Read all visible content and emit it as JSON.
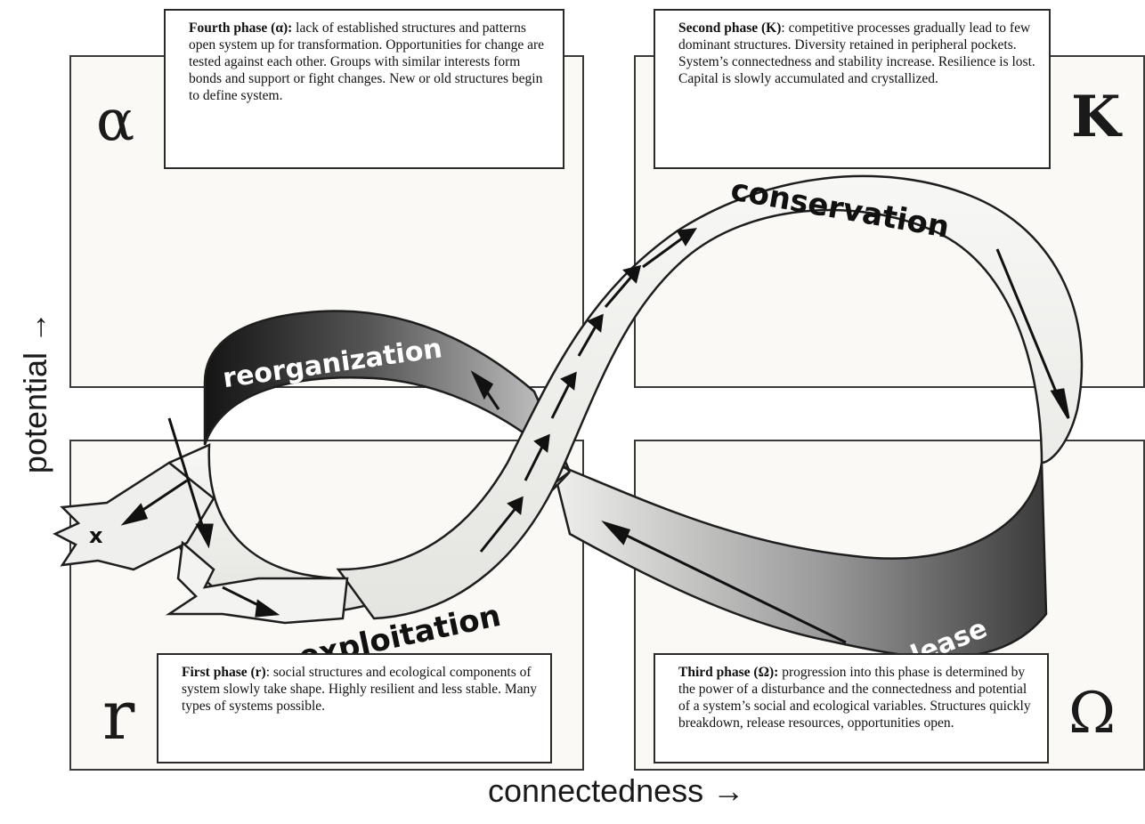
{
  "quadrants": {
    "alpha": {
      "letter": "α",
      "heading": "Fourth phase (α):",
      "text": " lack of established structures and patterns open system up for transformation. Opportunities for change are tested against each other. Groups with similar interests form bonds and support or fight changes. New or old structures begin to define system."
    },
    "k": {
      "letter": "K",
      "heading": "Second phase (K)",
      "text": ": competitive processes gradually lead to few dominant structures. Diversity retained in peripheral pockets. System’s connectedness and stability increase. Resilience is lost. Capital is slowly accumulated and crystallized."
    },
    "r": {
      "letter": "r",
      "heading": "First phase (r)",
      "text": ":  social structures and ecological components of system slowly take shape. Highly resilient and less stable. Many types of systems possible."
    },
    "omega": {
      "letter": "Ω",
      "heading": "Third phase (Ω):",
      "text": " progression into this phase is determined by the power of a disturbance and the connectedness and potential of a system’s social and ecological variables. Structures quickly breakdown, release resources, opportunities open."
    }
  },
  "loop_labels": {
    "conservation": "conservation",
    "reorganization": "reorganization",
    "exploitation": "exploitation",
    "release": "release",
    "exit": "x"
  },
  "axes": {
    "x_label": "connectedness →",
    "y_label": "potential →"
  },
  "colors": {
    "ribbon_light": "#f2f2ef",
    "ribbon_dark": "#2b2b2b",
    "outline": "#1e1e1e",
    "panel_bg": "#faf9f6"
  }
}
